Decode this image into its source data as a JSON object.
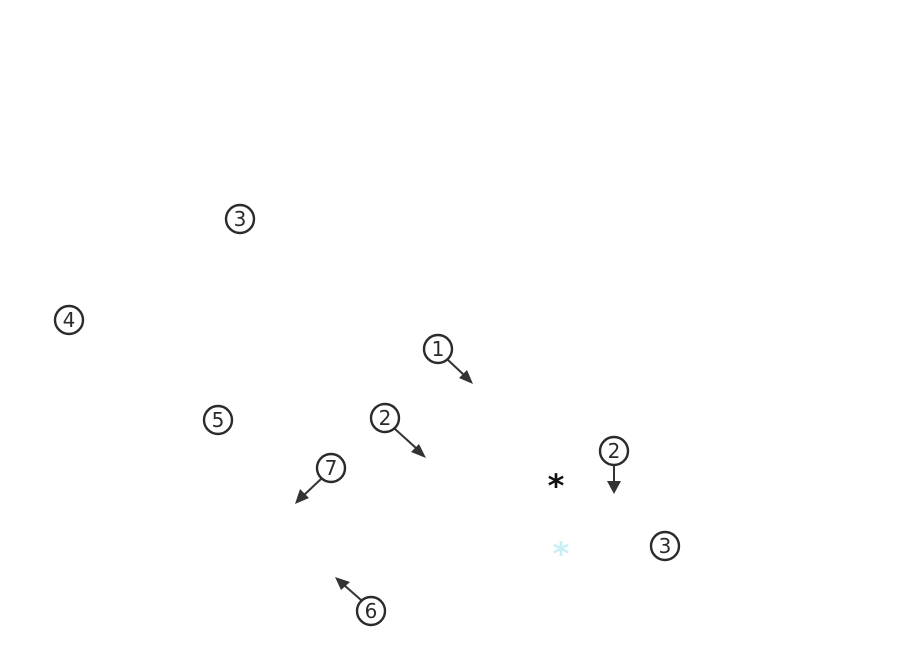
{
  "markers": [
    {
      "id": "m1",
      "label": "3"
    },
    {
      "id": "m2",
      "label": "4"
    },
    {
      "id": "m3",
      "label": "1",
      "arrow": "down-right"
    },
    {
      "id": "m4",
      "label": "5"
    },
    {
      "id": "m5",
      "label": "2",
      "arrow": "down-right"
    },
    {
      "id": "m6",
      "label": "2",
      "arrow": "down"
    },
    {
      "id": "m7",
      "label": "7",
      "arrow": "down-left"
    },
    {
      "id": "m8",
      "label": "3"
    },
    {
      "id": "m9",
      "label": "6",
      "arrow": "up-left"
    }
  ],
  "stars": [
    {
      "id": "s1",
      "glyph": "*",
      "color": "#111111"
    },
    {
      "id": "s2",
      "glyph": "*",
      "color": "#c8f0f4"
    }
  ]
}
